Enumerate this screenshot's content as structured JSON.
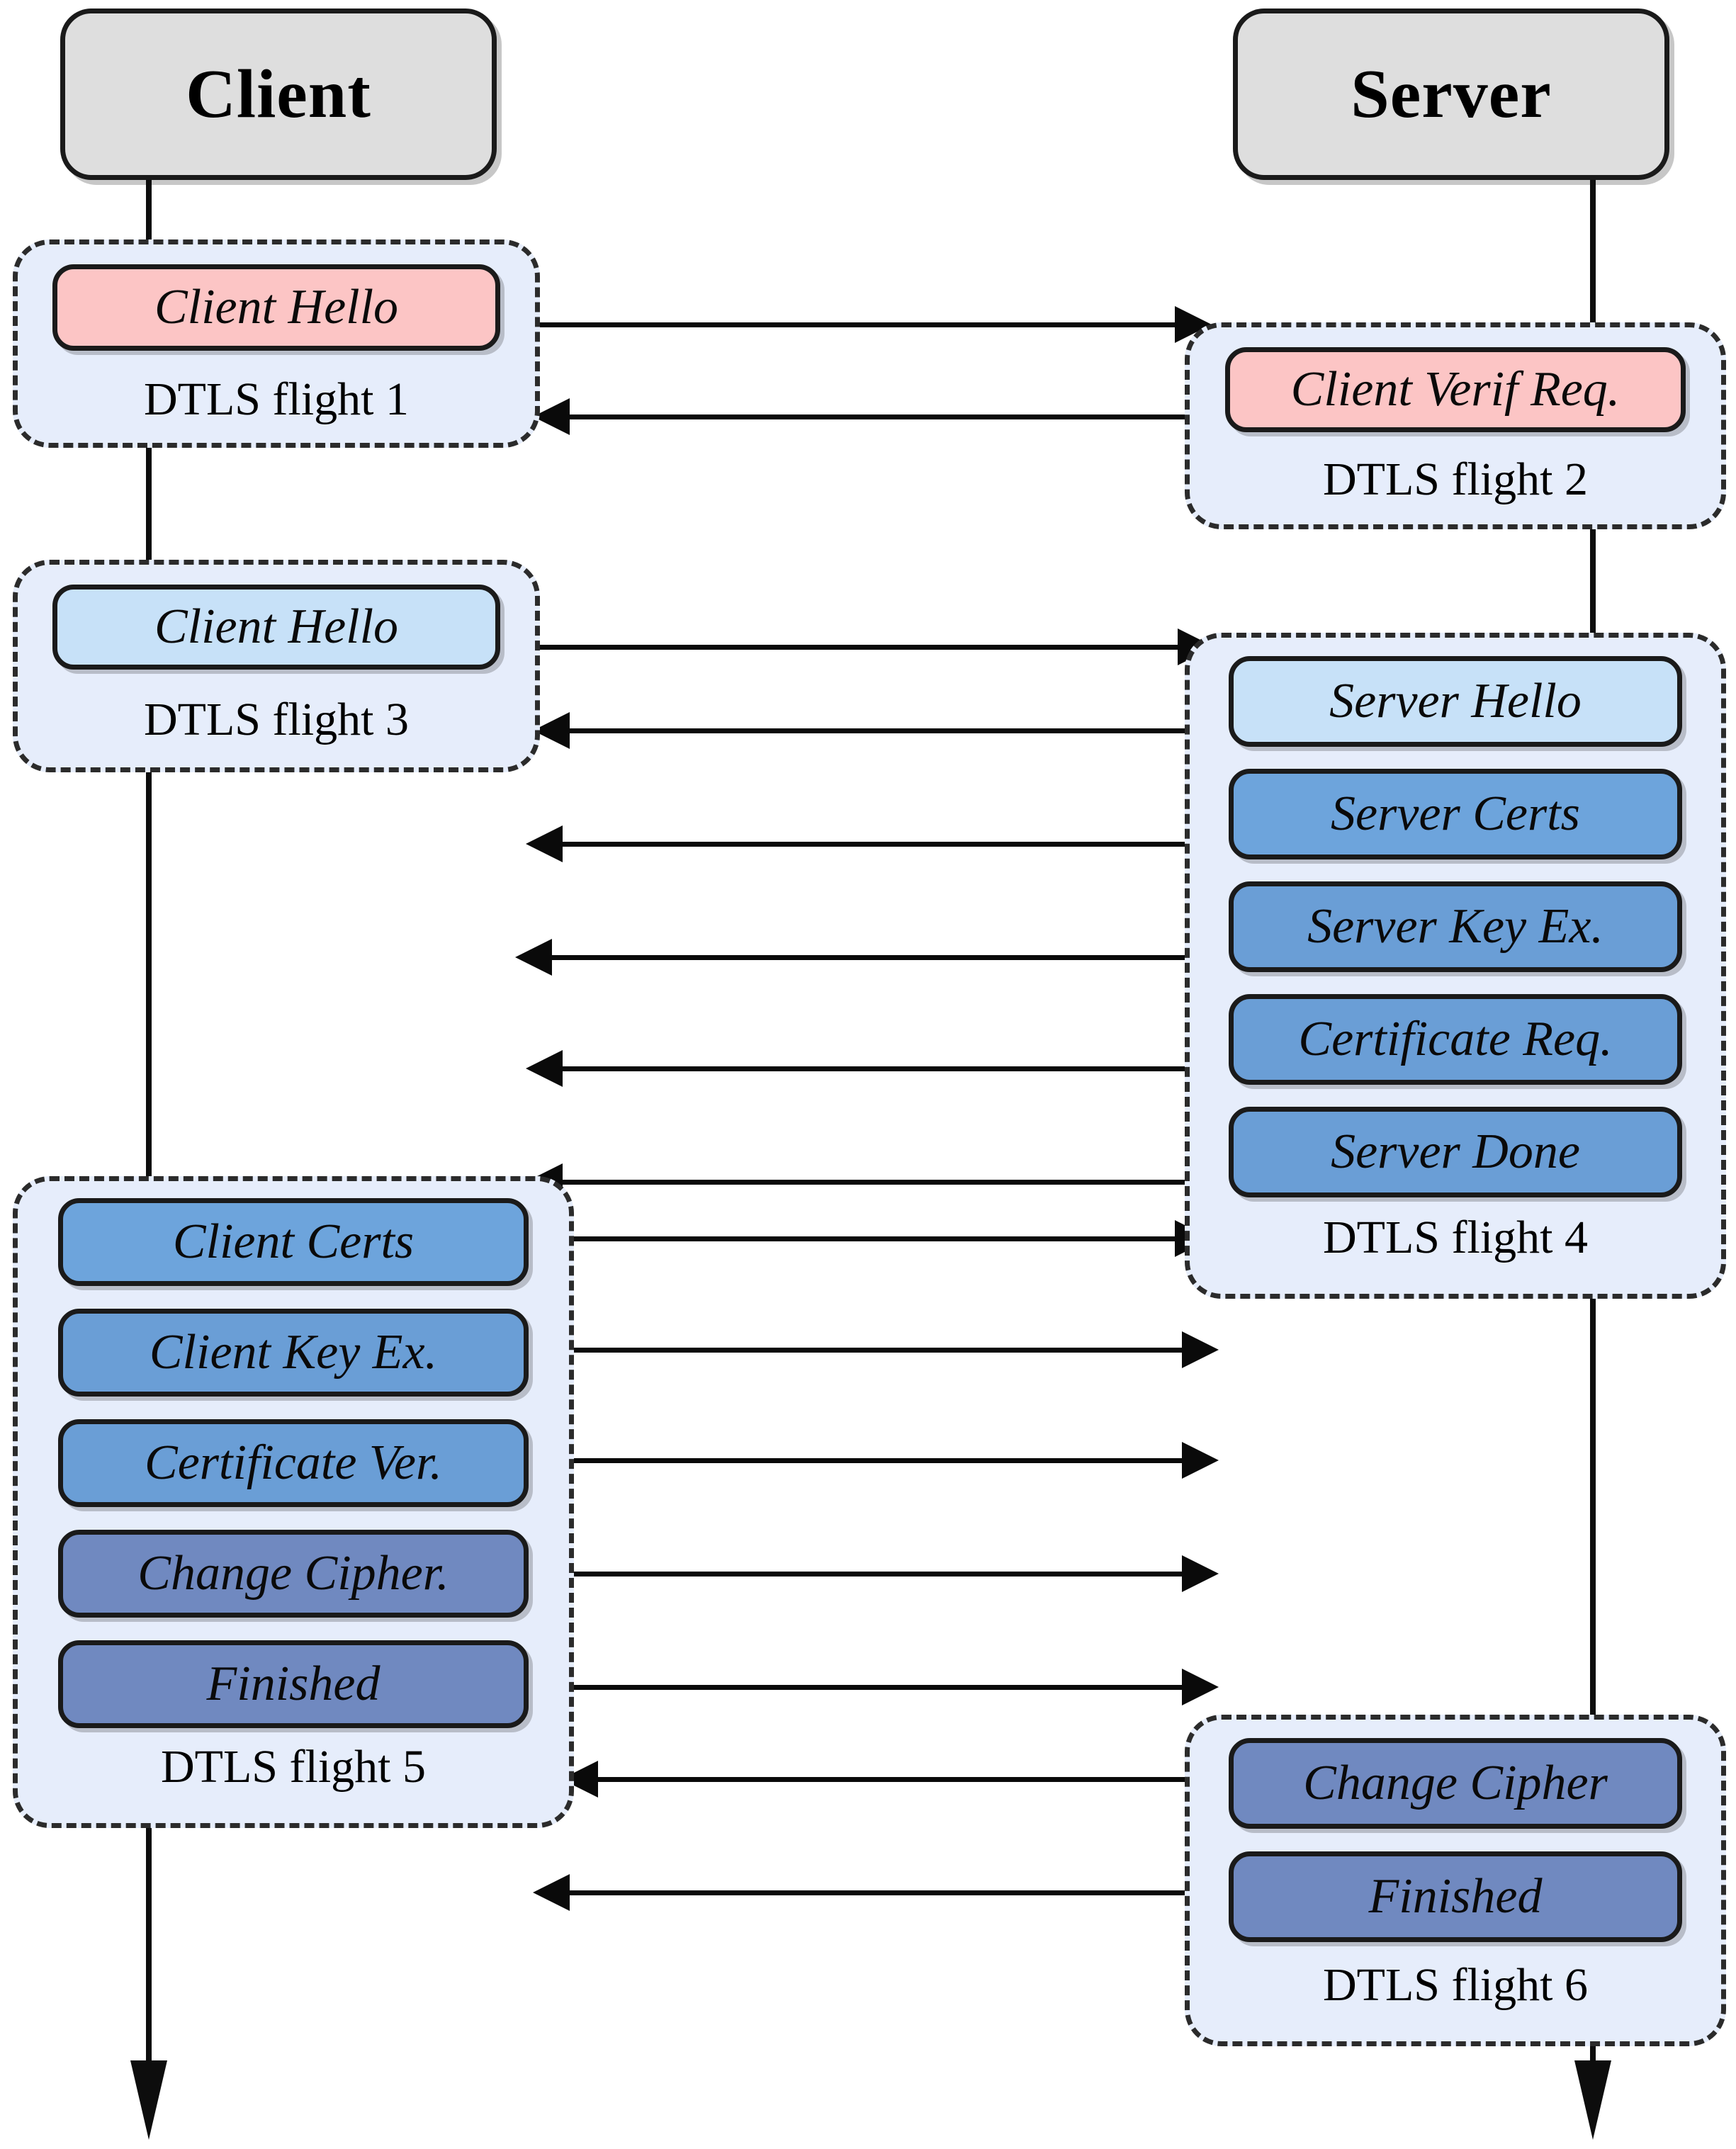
{
  "diagram": {
    "title": "DTLS handshake message flow",
    "type": "sequence-diagram",
    "colors": {
      "actor_fill": "#dedede",
      "flight_fill": "#e6edfb",
      "pink": "#fcc5c5",
      "light_blue": "#c7e1f8",
      "mid_blue": "#6da4dc",
      "blue": "#6a9ed6",
      "dark_blue": "#7089c0",
      "stroke": "#1a1a1a"
    }
  },
  "actors": {
    "client": "Client",
    "server": "Server"
  },
  "flights": [
    {
      "id": "flight1",
      "label": "DTLS flight 1",
      "side": "client",
      "messages": [
        {
          "label": "Client Hello",
          "color": "pink"
        }
      ]
    },
    {
      "id": "flight2",
      "label": "DTLS flight 2",
      "side": "server",
      "messages": [
        {
          "label": "Client Verif Req.",
          "color": "pink"
        }
      ]
    },
    {
      "id": "flight3",
      "label": "DTLS flight 3",
      "side": "client",
      "messages": [
        {
          "label": "Client Hello",
          "color": "light_blue"
        }
      ]
    },
    {
      "id": "flight4",
      "label": "DTLS flight 4",
      "side": "server",
      "messages": [
        {
          "label": "Server Hello",
          "color": "light_blue"
        },
        {
          "label": "Server Certs",
          "color": "mid_blue"
        },
        {
          "label": "Server Key Ex.",
          "color": "blue"
        },
        {
          "label": "Certificate Req.",
          "color": "blue"
        },
        {
          "label": "Server Done",
          "color": "blue"
        }
      ]
    },
    {
      "id": "flight5",
      "label": "DTLS flight 5",
      "side": "client",
      "messages": [
        {
          "label": "Client Certs",
          "color": "mid_blue"
        },
        {
          "label": "Client Key Ex.",
          "color": "blue"
        },
        {
          "label": "Certificate Ver.",
          "color": "blue"
        },
        {
          "label": "Change Cipher.",
          "color": "dark_blue"
        },
        {
          "label": "Finished",
          "color": "dark_blue"
        }
      ]
    },
    {
      "id": "flight6",
      "label": "DTLS flight 6",
      "side": "server",
      "messages": [
        {
          "label": "Change Cipher",
          "color": "dark_blue"
        },
        {
          "label": "Finished",
          "color": "dark_blue"
        }
      ]
    }
  ],
  "arrows": [
    {
      "from": "Client Hello",
      "to": "server",
      "direction": "right"
    },
    {
      "from": "Client Verif Req.",
      "to": "client",
      "direction": "left"
    },
    {
      "from": "Client Hello",
      "to": "server",
      "direction": "right"
    },
    {
      "from": "Server Hello",
      "to": "client",
      "direction": "left"
    },
    {
      "from": "Server Certs",
      "to": "client",
      "direction": "left"
    },
    {
      "from": "Server Key Ex.",
      "to": "client",
      "direction": "left"
    },
    {
      "from": "Certificate Req.",
      "to": "client",
      "direction": "left"
    },
    {
      "from": "Server Done",
      "to": "client",
      "direction": "left"
    },
    {
      "from": "Client Certs",
      "to": "server",
      "direction": "right"
    },
    {
      "from": "Client Key Ex.",
      "to": "server",
      "direction": "right"
    },
    {
      "from": "Certificate Ver.",
      "to": "server",
      "direction": "right"
    },
    {
      "from": "Change Cipher.",
      "to": "server",
      "direction": "right"
    },
    {
      "from": "Finished",
      "to": "server",
      "direction": "right"
    },
    {
      "from": "Change Cipher",
      "to": "client",
      "direction": "left"
    },
    {
      "from": "Finished",
      "to": "client",
      "direction": "left"
    }
  ]
}
